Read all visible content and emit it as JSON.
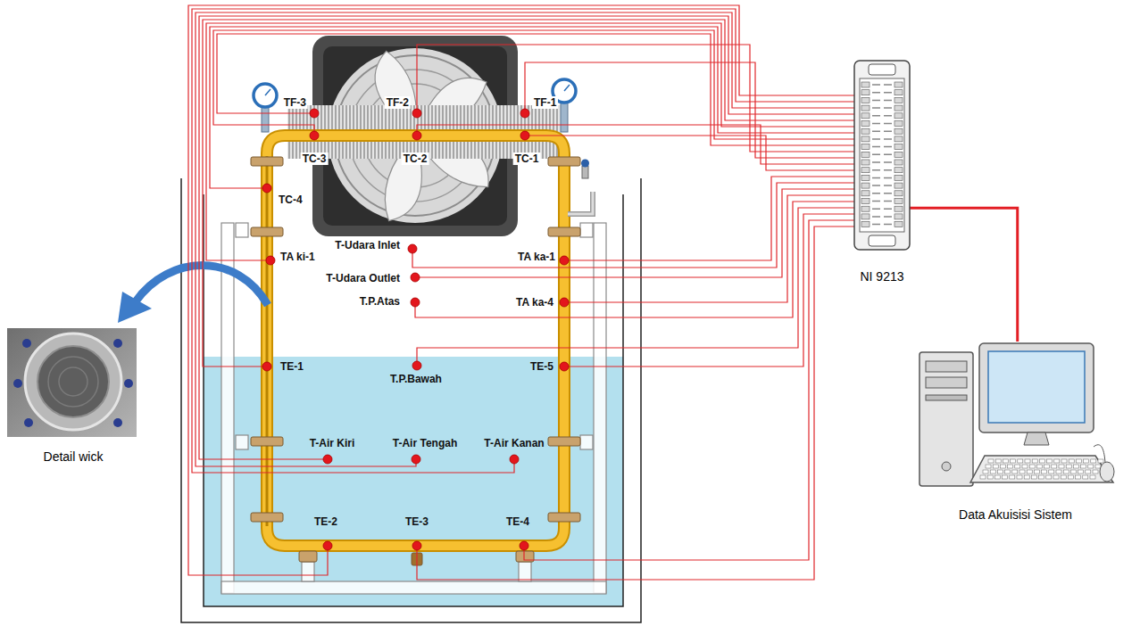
{
  "diagram": {
    "nodes": [
      {
        "text": [
          "NI 9213"
        ]
      },
      {
        "text": [
          "Data Akuisisi Sistem"
        ]
      }
    ],
    "edges": [
      {
        "from": 0,
        "to": 1,
        "arrow": "none"
      }
    ],
    "labels": [
      "TF-3",
      "TF-2",
      "TF-1",
      "TC-3",
      "TC-2",
      "TC-1",
      "TC-4",
      "T-Udara Inlet",
      "TA ki-1",
      "TA ka-1",
      "T-Udara Outlet",
      "T.P.Atas",
      "TA ka-4",
      "Detail wick",
      "TE-1",
      "T.P.Bawah",
      "TE-5",
      "T-Air Kiri",
      "T-Air Tengah",
      "T-Air Kanan",
      "TE-2",
      "TE-3",
      "TE-4"
    ]
  }
}
